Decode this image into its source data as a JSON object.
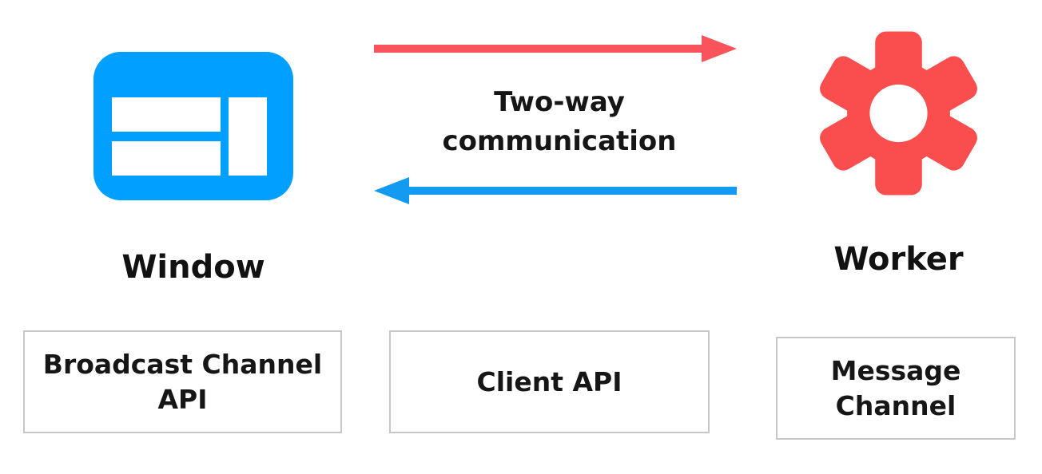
{
  "diagram": {
    "title_hint": "Two-way communication between Window and Worker",
    "window_node": {
      "label": "Window",
      "icon": "browser-window-icon"
    },
    "worker_node": {
      "label": "Worker",
      "icon": "gear-icon"
    },
    "communication": {
      "label": "Two-way communication"
    },
    "arrows": [
      {
        "name": "window-to-worker",
        "direction": "right",
        "color": "#F9545C"
      },
      {
        "name": "worker-to-window",
        "direction": "left",
        "color": "#129BF1"
      }
    ],
    "boxes": [
      {
        "label": "Broadcast Channel API"
      },
      {
        "label": "Client API"
      },
      {
        "label": "Message Channel"
      }
    ],
    "colors": {
      "window_blue": "#019FFF",
      "arrow_blue": "#129BF1",
      "worker_red": "#FA4E4E",
      "arrow_red": "#F9545C",
      "text": "#161616",
      "box_border": "#C7C7C7",
      "background": "#FFFFFF"
    }
  }
}
